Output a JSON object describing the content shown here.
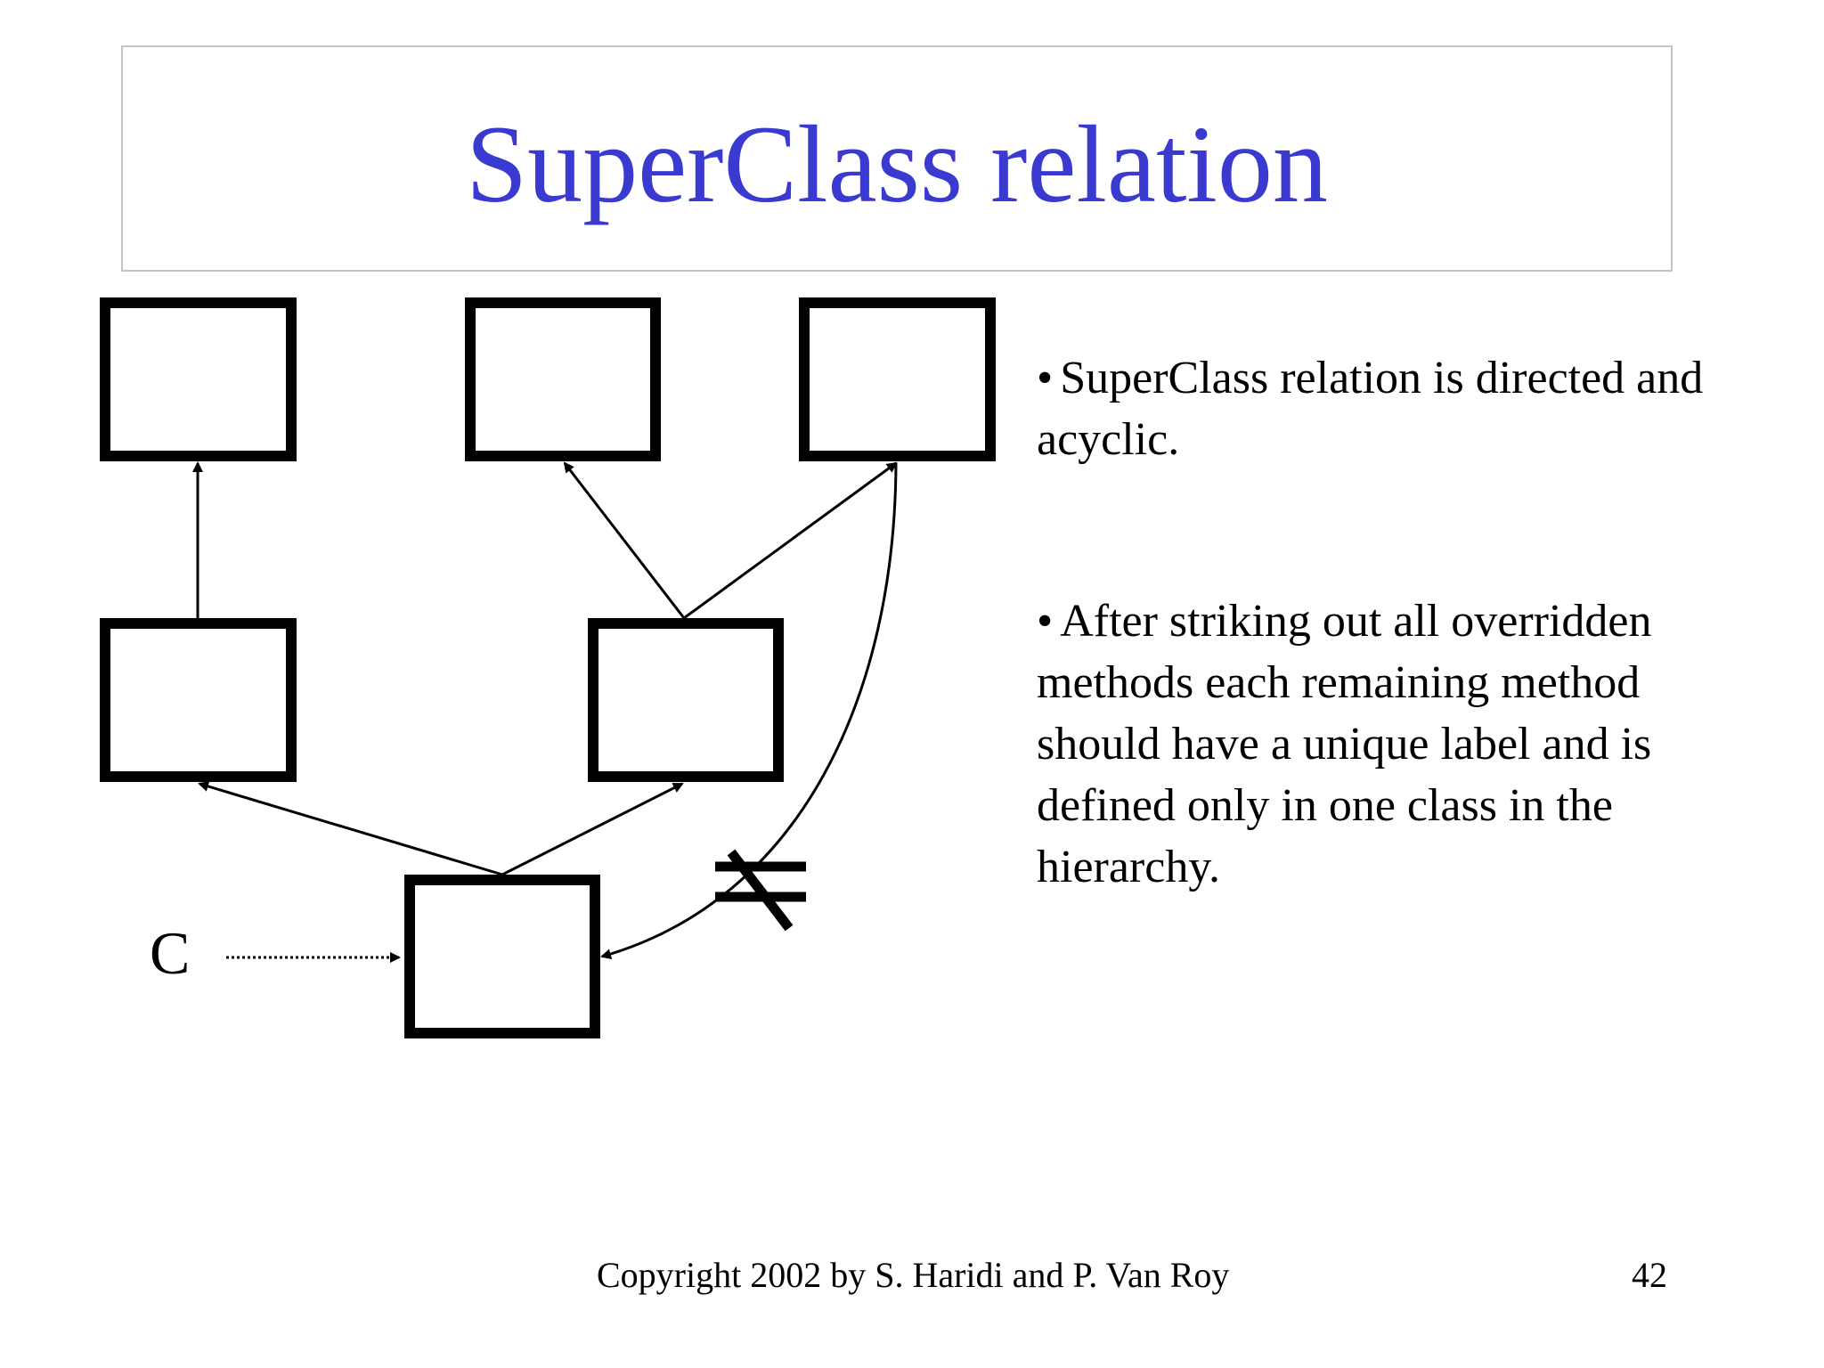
{
  "title": "SuperClass relation",
  "diagram": {
    "node_label": "C",
    "nodes": [
      {
        "id": "top-left",
        "label": ""
      },
      {
        "id": "top-middle",
        "label": ""
      },
      {
        "id": "top-right",
        "label": ""
      },
      {
        "id": "middle-left",
        "label": ""
      },
      {
        "id": "middle-right",
        "label": ""
      },
      {
        "id": "bottom",
        "label": "C"
      }
    ],
    "edges": [
      {
        "from": "middle-left",
        "to": "top-left"
      },
      {
        "from": "middle-right",
        "to": "top-middle"
      },
      {
        "from": "middle-right",
        "to": "top-right"
      },
      {
        "from": "bottom",
        "to": "middle-left"
      },
      {
        "from": "bottom",
        "to": "middle-right"
      },
      {
        "from": "top-right",
        "to": "bottom",
        "crossed_out": true
      }
    ]
  },
  "bullets": [
    {
      "dot": "•",
      "text": "SuperClass relation is directed and acyclic."
    },
    {
      "dot": "•",
      "text": "After striking out all overridden methods each remaining method should have a unique label and is defined only in one class in the hierarchy."
    }
  ],
  "footer": {
    "copyright": "Copyright 2002 by S. Haridi and P. Van Roy",
    "page_number": "42"
  },
  "colors": {
    "title": "#3a3ad0",
    "title_border": "#c4c4c4",
    "ink": "#000000"
  }
}
